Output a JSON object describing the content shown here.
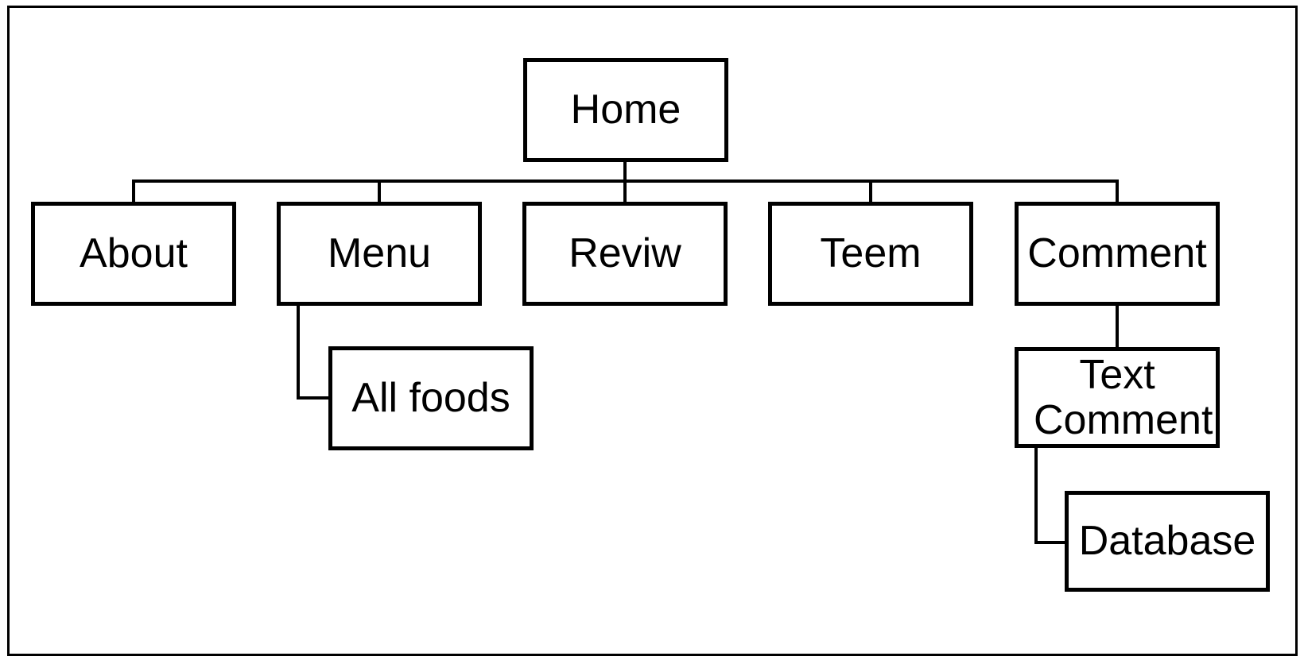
{
  "diagram": {
    "type": "sitemap-tree",
    "colors": {
      "stroke": "#000000",
      "background": "#ffffff",
      "text": "#000000"
    },
    "nodes": {
      "home": {
        "label": "Home"
      },
      "about": {
        "label": "About"
      },
      "menu": {
        "label": "Menu"
      },
      "reviw": {
        "label": "Reviw"
      },
      "teem": {
        "label": "Teem"
      },
      "comment": {
        "label": "Comment"
      },
      "all_foods": {
        "label": "All foods"
      },
      "text_comment": {
        "label": "Text Comment"
      },
      "database": {
        "label": "Database"
      }
    },
    "edges": [
      {
        "from": "Home",
        "to": "About"
      },
      {
        "from": "Home",
        "to": "Menu"
      },
      {
        "from": "Home",
        "to": "Reviw"
      },
      {
        "from": "Home",
        "to": "Teem"
      },
      {
        "from": "Home",
        "to": "Comment"
      },
      {
        "from": "Menu",
        "to": "All foods"
      },
      {
        "from": "Comment",
        "to": "Text Comment"
      },
      {
        "from": "Text Comment",
        "to": "Database"
      }
    ]
  }
}
